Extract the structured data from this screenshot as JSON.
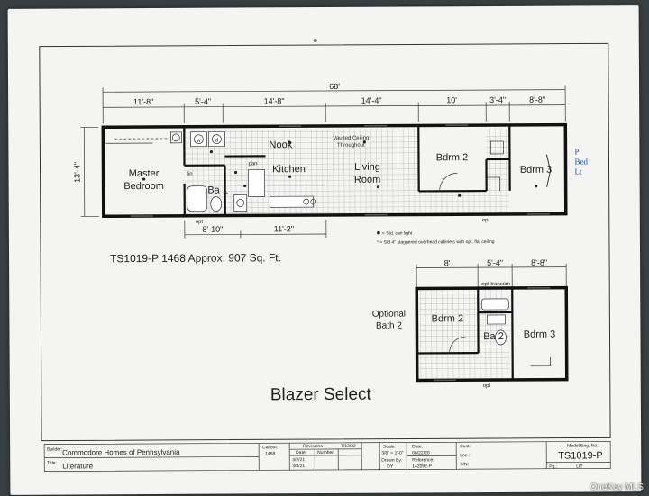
{
  "dims": {
    "overall": "68'",
    "top_segments": [
      "11'-8\"",
      "5'-4\"",
      "14'-8\"",
      "14'-4\"",
      "10'",
      "3'-4\"",
      "8'-8\""
    ],
    "height": "13'-4\"",
    "bottom_segments": [
      "8'-10\"",
      "11'-2\""
    ],
    "opt_top": [
      "8'",
      "5'-4\"",
      "8'-8\""
    ]
  },
  "rooms": {
    "master": [
      "Master",
      "Bedroom"
    ],
    "bath1": "Ba 1",
    "nook": "Nook",
    "kitchen": "Kitchen",
    "vaulted": [
      "Vaulted Ceiling",
      "Throughout"
    ],
    "living": [
      "Living",
      "Room"
    ],
    "bdrm2": "Bdrm 2",
    "bdrm3": "Bdrm 3",
    "pan": "pan",
    "lin": "lin",
    "w": "w",
    "d": "d",
    "opt": "opt",
    "opt_transom": "opt transom",
    "ba2": "Ba 2",
    "handwritten": [
      "P",
      "Bed",
      "Lt"
    ]
  },
  "legend": {
    "can_light": "= Std. can light",
    "cabinets": "* = Std 4\" staggered overhead cabinets with opt. flat ceiling"
  },
  "model_line": "TS1019-P 1468 Approx. 907 Sq. Ft.",
  "optional_label": [
    "Optional",
    "Bath 2"
  ],
  "series_title": "Blazer Select",
  "title_block": {
    "builder_label": "Builder:",
    "builder": "Commodore Homes of Pennsylvania",
    "title_label": "Title:",
    "title": "Literature",
    "callout_label": "Callout:",
    "callout": "1468",
    "revisions_label": "Revisions",
    "rev_date_hdr": "Date",
    "rev_num_hdr": "Number",
    "rev_dates": [
      "3/2/21",
      "3/8/21"
    ],
    "rev_date_top": "7/13/22",
    "scale_label": "Scale:",
    "scale": "3/8\" = 1'-0\"",
    "date_label": "Date:",
    "date": "06/22/20",
    "drawn_label": "Drawn By:",
    "drawn": "DY",
    "reference_label": "Reference:",
    "reference": "142092-P",
    "cust_label": "Cust.:",
    "cust": "-",
    "loc_label": "Loc.:",
    "sn_label": "S/N:",
    "model_no_label": "Model/Eng. No.:",
    "model_no": "TS1019-P",
    "pg_label": "Pg.:",
    "pg": "LIT"
  },
  "watermark": "OneKey MLS"
}
